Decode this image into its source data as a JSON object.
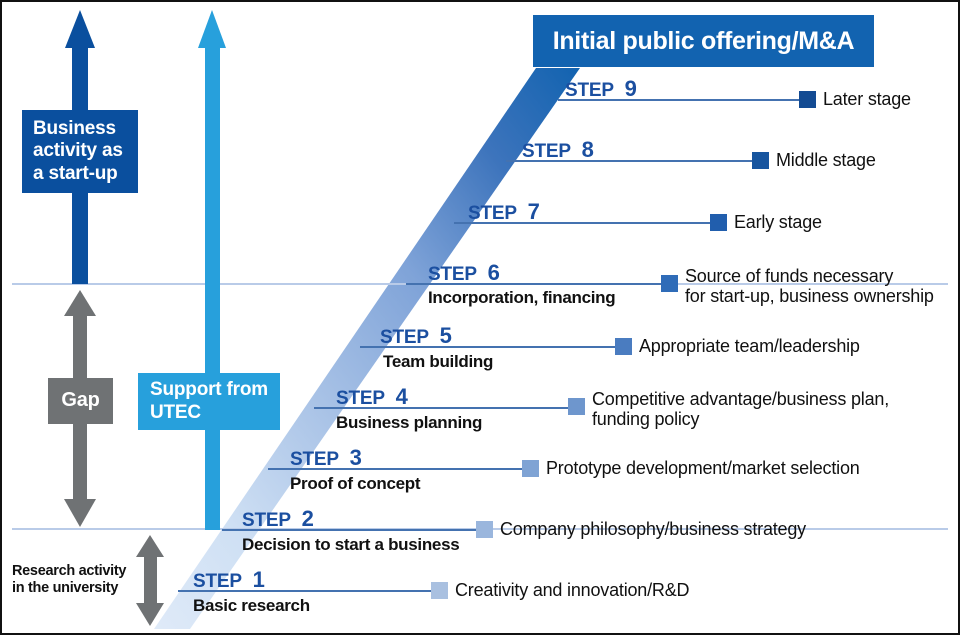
{
  "diagram": {
    "title_box": "Initial public offering/M&A",
    "left_boxes": {
      "business_activity": "Business\nactivity as\na start-up",
      "gap": "Gap",
      "support": "Support from\nUTEC"
    },
    "side_labels": {
      "research_activity": "Research activity\nin the university"
    },
    "colors": {
      "dark_blue": "#0a4f9e",
      "mid_blue": "#1263b0",
      "light_blue": "#27a0dc",
      "step_line": "#4472b0",
      "gray": "#6f7274",
      "ref_line": "#b9cbe8",
      "text_dark": "#111111",
      "step_title": "#1b4fa0"
    },
    "steps": [
      {
        "label": "STEP",
        "number": "1",
        "subtitle": "Basic research",
        "description": "Creativity and innovation/R&D",
        "marker_color": "#a9c0e0"
      },
      {
        "label": "STEP",
        "number": "2",
        "subtitle": "Decision to start a business",
        "description": "Company philosophy/business strategy",
        "marker_color": "#9ab6dd"
      },
      {
        "label": "STEP",
        "number": "3",
        "subtitle": "Proof of concept",
        "description": "Prototype development/market selection",
        "marker_color": "#7fa3d4"
      },
      {
        "label": "STEP",
        "number": "4",
        "subtitle": "Business planning",
        "description": "Competitive advantage/business plan,\nfunding policy",
        "marker_color": "#6e96cd"
      },
      {
        "label": "STEP",
        "number": "5",
        "subtitle": "Team building",
        "description": "Appropriate team/leadership",
        "marker_color": "#4a7cc0"
      },
      {
        "label": "STEP",
        "number": "6",
        "subtitle": "Incorporation, financing",
        "description": "Source of funds necessary\nfor start-up, business ownership",
        "marker_color": "#2f6cb8"
      },
      {
        "label": "STEP",
        "number": "7",
        "subtitle": "",
        "description": "Early stage",
        "marker_color": "#215ead"
      },
      {
        "label": "STEP",
        "number": "8",
        "subtitle": "",
        "description": "Middle stage",
        "marker_color": "#17559f"
      },
      {
        "label": "STEP",
        "number": "9",
        "subtitle": "",
        "description": "Later stage",
        "marker_color": "#134b93"
      }
    ]
  }
}
